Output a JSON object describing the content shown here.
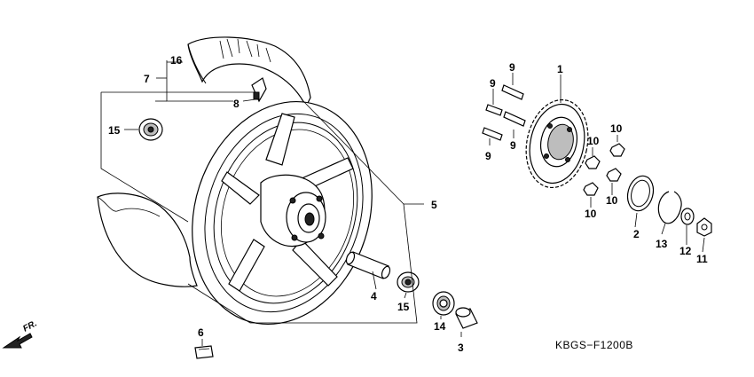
{
  "diagram": {
    "code": "KBGS−F1200B",
    "direction_label": "FR.",
    "callouts": {
      "c1": "1",
      "c2": "2",
      "c3": "3",
      "c4": "4",
      "c5": "5",
      "c6": "6",
      "c7": "7",
      "c8": "8",
      "c9a": "9",
      "c9b": "9",
      "c9c": "9",
      "c9d": "9",
      "c10a": "10",
      "c10b": "10",
      "c10c": "10",
      "c10d": "10",
      "c11": "11",
      "c12": "12",
      "c13": "13",
      "c14": "14",
      "c15a": "15",
      "c15b": "15",
      "c16": "16"
    }
  }
}
